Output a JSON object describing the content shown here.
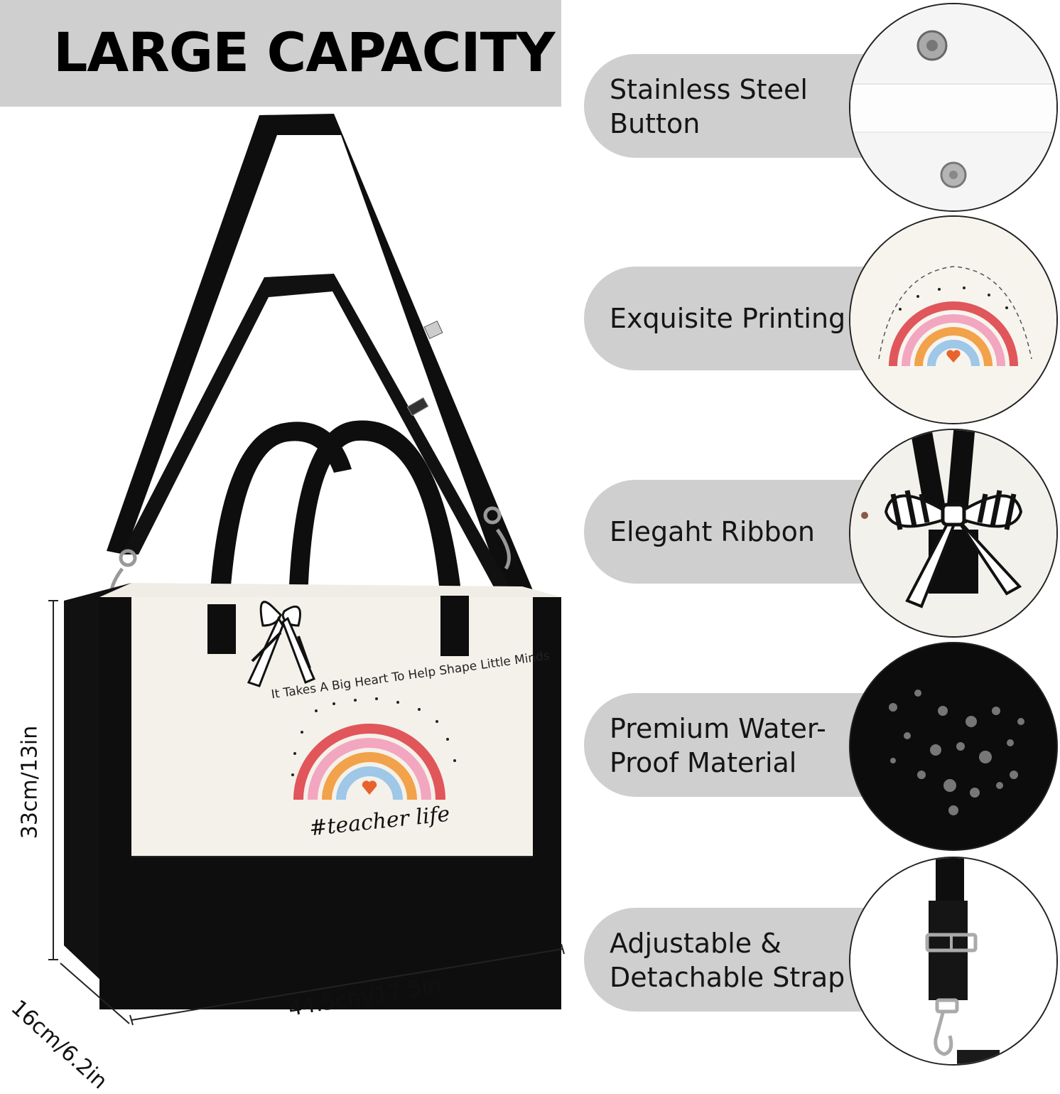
{
  "header": {
    "title": "LARGE CAPACITY"
  },
  "features": [
    {
      "label": "Stainless Steel Button",
      "icon": "magnetic-button-icon"
    },
    {
      "label": "Exquisite Printing",
      "icon": "rainbow-print-icon"
    },
    {
      "label": "Elegaht Ribbon",
      "icon": "ribbon-bow-icon"
    },
    {
      "label": "Premium Water-Proof Material",
      "icon": "water-drops-icon"
    },
    {
      "label": "Adjustable & Detachable Strap",
      "icon": "strap-buckle-icon"
    }
  ],
  "dimensions": {
    "height": "33cm/13in",
    "width": "44.5cm/17.5in",
    "depth": "16cm/6.2in"
  },
  "print": {
    "arc_text": "It Takes A Big Heart To Help Shape Little Minds",
    "hashtag": "#teacher life"
  },
  "colors": {
    "band": "#cfcfcf",
    "bag_black": "#0e0e0e",
    "bag_canvas": "#f4f1ea",
    "rainbow_red": "#e0565b",
    "rainbow_pink": "#f2a6c0",
    "rainbow_orange": "#f2a24a",
    "rainbow_blue": "#9ec7e8",
    "heart": "#e8632c"
  }
}
